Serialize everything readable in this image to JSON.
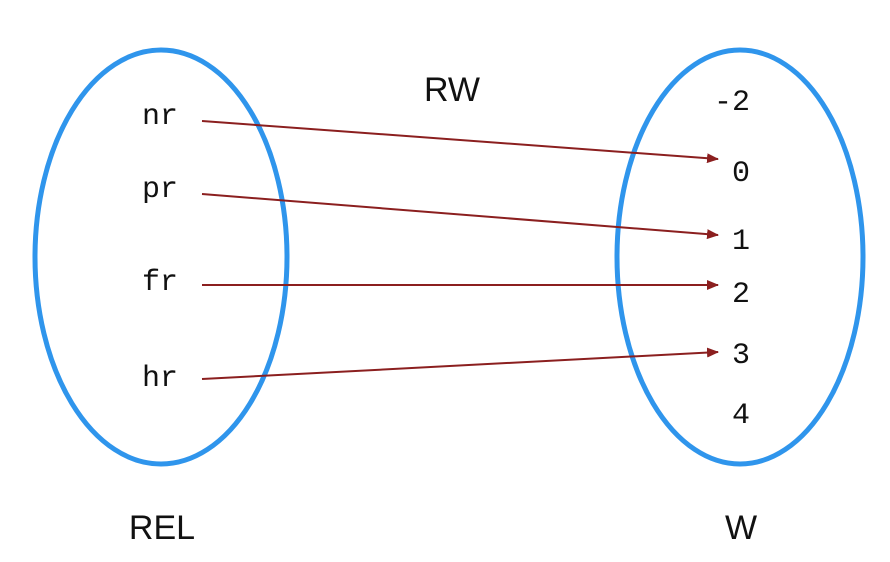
{
  "mapping_label": "RW",
  "domain_set": {
    "label": "REL",
    "elements": [
      "nr",
      "pr",
      "fr",
      "hr"
    ]
  },
  "codomain_set": {
    "label": "W",
    "elements": [
      "-2",
      "0",
      "1",
      "2",
      "3",
      "4"
    ]
  },
  "mappings": [
    {
      "from": "nr",
      "to": "0"
    },
    {
      "from": "pr",
      "to": "1"
    },
    {
      "from": "fr",
      "to": "2"
    },
    {
      "from": "hr",
      "to": "3"
    }
  ],
  "colors": {
    "set_outline": "#2f95ec",
    "arrow": "#8b1f1f",
    "text": "#111111"
  }
}
